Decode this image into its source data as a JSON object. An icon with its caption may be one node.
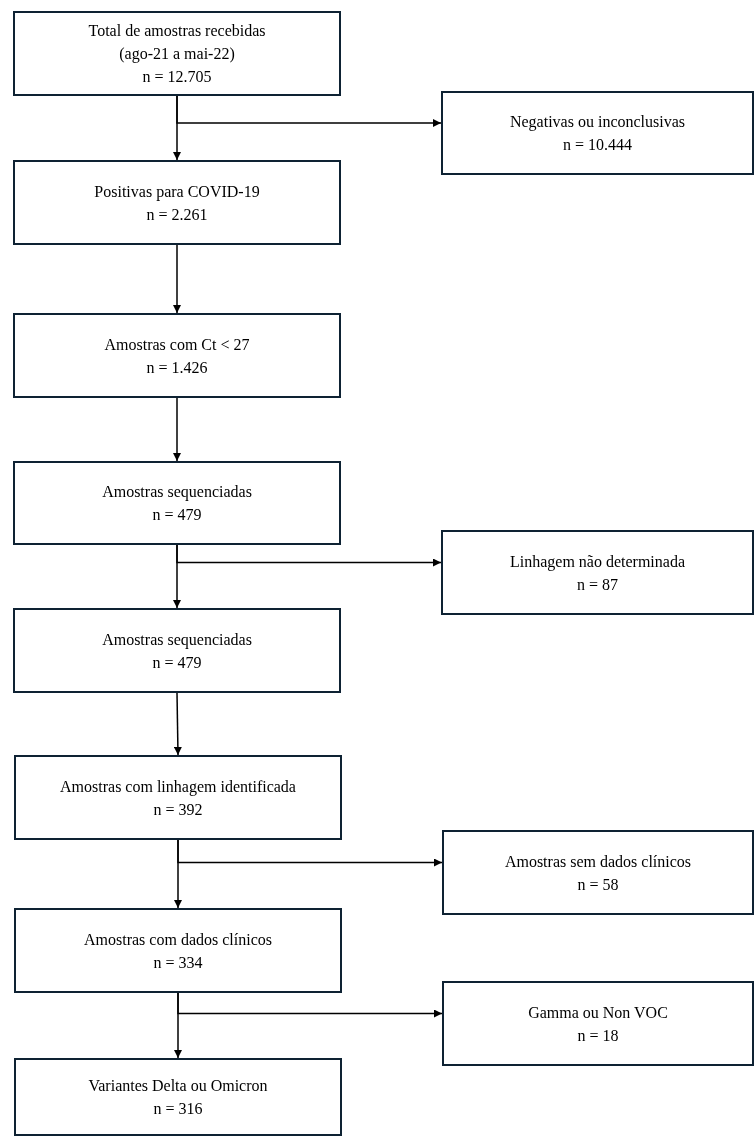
{
  "diagram": {
    "nodes": [
      {
        "text": [
          "Total de amostras recebidas",
          "(ago-21 a mai-22)",
          "n = 12.705"
        ]
      },
      {
        "text": [
          "Negativas ou inconclusivas",
          "n = 10.444"
        ]
      },
      {
        "text": [
          "Positivas para COVID-19",
          "n = 2.261"
        ]
      },
      {
        "text": [
          "Amostras com Ct < 27",
          "n = 1.426"
        ]
      },
      {
        "text": [
          "Amostras sequenciadas",
          "n = 479"
        ]
      },
      {
        "text": [
          "Linhagem não determinada",
          "n = 87"
        ]
      },
      {
        "text": [
          "Amostras sequenciadas",
          "n = 479"
        ]
      },
      {
        "text": [
          "Amostras com linhagem identificada",
          "n = 392"
        ]
      },
      {
        "text": [
          "Amostras sem dados clínicos",
          "n = 58"
        ]
      },
      {
        "text": [
          "Amostras com dados clínicos",
          "n = 334"
        ]
      },
      {
        "text": [
          "Gamma ou Non VOC",
          "n = 18"
        ]
      },
      {
        "text": [
          "Variantes Delta ou Omicron",
          "n = 316"
        ]
      }
    ],
    "edges": [
      {
        "from": 0,
        "to": 2,
        "arrow": "to"
      },
      {
        "from": 0,
        "to": 1,
        "arrow": "to"
      },
      {
        "from": 2,
        "to": 3,
        "arrow": "to"
      },
      {
        "from": 3,
        "to": 4,
        "arrow": "to"
      },
      {
        "from": 4,
        "to": 6,
        "arrow": "to"
      },
      {
        "from": 4,
        "to": 5,
        "arrow": "to"
      },
      {
        "from": 6,
        "to": 7,
        "arrow": "to"
      },
      {
        "from": 7,
        "to": 9,
        "arrow": "to"
      },
      {
        "from": 7,
        "to": 8,
        "arrow": "to"
      },
      {
        "from": 9,
        "to": 11,
        "arrow": "to"
      },
      {
        "from": 9,
        "to": 10,
        "arrow": "to"
      }
    ]
  }
}
